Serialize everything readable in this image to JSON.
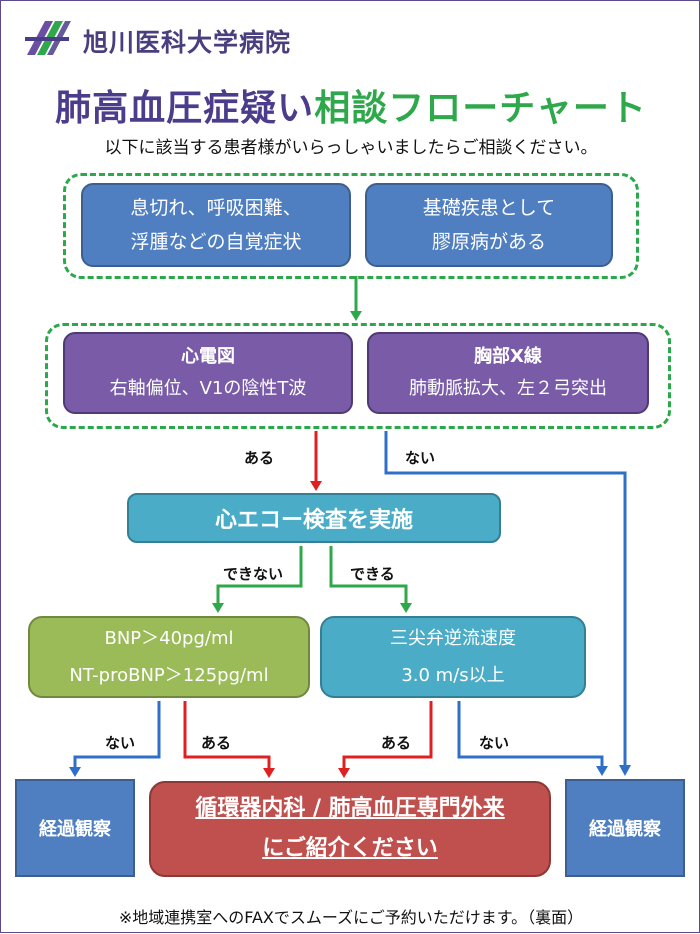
{
  "header": {
    "hospital_name": "旭川医科大学病院",
    "title_part1": "肺高血圧症疑い",
    "title_part2": "相談フローチャート",
    "subtitle": "以下に該当する患者様がいらっしゃいましたらご相談ください。"
  },
  "symptoms": {
    "box1_line1": "息切れ、呼吸困難、",
    "box1_line2": "浮腫などの自覚症状",
    "box2_line1": "基礎疾患として",
    "box2_line2": "膠原病がある"
  },
  "exams": {
    "ecg_title": "心電図",
    "ecg_text": "右軸偏位、V1の陰性T波",
    "xray_title": "胸部X線",
    "xray_text": "肺動脈拡大、左２弓突出"
  },
  "labels": {
    "yes": "ある",
    "no": "ない",
    "cannot": "できない",
    "can": "できる"
  },
  "echo": "心エコー検査を実施",
  "bnp": {
    "line1": "BNP＞40pg/ml",
    "line2": "NT-proBNP＞125pg/ml"
  },
  "tr": {
    "line1": "三尖弁逆流速度",
    "line2": "3.0 m/s以上"
  },
  "referral": {
    "line1": "循環器内科 / 肺高血圧専門外来",
    "line2": "にご紹介ください"
  },
  "observation": "経過観察",
  "footer": "※地域連携室へのFAXでスムーズにご予約いただけます。（裏面）",
  "colors": {
    "purple": "#4b3d8c",
    "green": "#2ea84a",
    "red_arrow": "#e02020",
    "blue_arrow": "#2f6fc8",
    "green_arrow": "#2ea84a"
  }
}
